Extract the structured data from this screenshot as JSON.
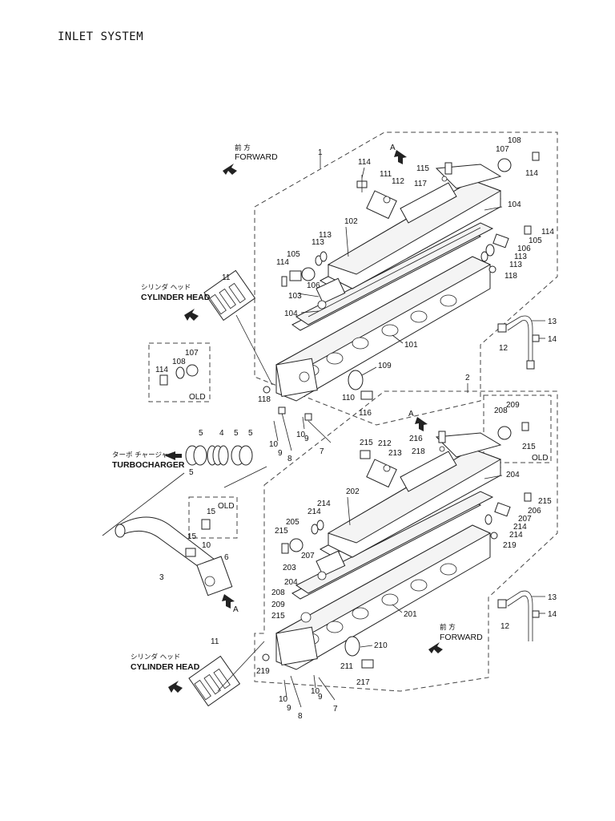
{
  "title": "INLET SYSTEM",
  "direction": {
    "forward_jp": "前 方",
    "forward_en": "FORWARD",
    "view_mark": "A"
  },
  "cylinder_head": {
    "jp": "シリンダ ヘッド",
    "en": "CYLINDER HEAD"
  },
  "turbocharger": {
    "jp": "ターボ チャージャ",
    "en": "TURBOCHARGER"
  },
  "old_label": "OLD",
  "callouts": {
    "assy_1": "1",
    "assy_2": "2",
    "c3": "3",
    "c4": "4",
    "c5": "5",
    "c6": "6",
    "c7": "7",
    "c8": "8",
    "c9": "9",
    "c10": "10",
    "c11": "11",
    "c12": "12",
    "c13": "13",
    "c14": "14",
    "c15": "15",
    "c101": "101",
    "c102": "102",
    "c103": "103",
    "c104": "104",
    "c105": "105",
    "c106": "106",
    "c107": "107",
    "c108": "108",
    "c109": "109",
    "c110": "110",
    "c111": "111",
    "c112": "112",
    "c113": "113",
    "c114": "114",
    "c115": "115",
    "c116": "116",
    "c117": "117",
    "c118": "118",
    "c201": "201",
    "c202": "202",
    "c203": "203",
    "c204": "204",
    "c205": "205",
    "c206": "206",
    "c207": "207",
    "c208": "208",
    "c209": "209",
    "c210": "210",
    "c211": "211",
    "c212": "212",
    "c213": "213",
    "c214": "214",
    "c215": "215",
    "c216": "216",
    "c217": "217",
    "c218": "218",
    "c219": "219"
  }
}
